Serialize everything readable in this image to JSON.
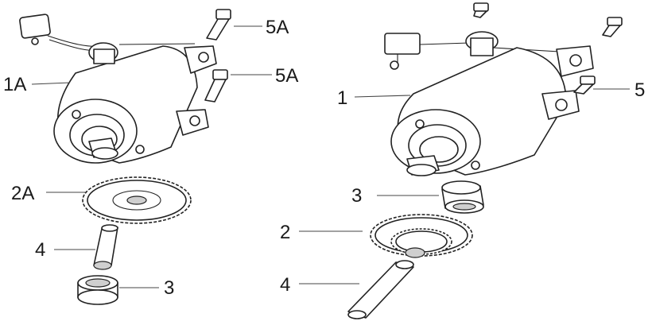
{
  "left_assembly": {
    "label_starter": "1A",
    "label_bolt_upper": "5A",
    "label_bolt_lower": "5A",
    "label_gear": "2A",
    "label_shaft": "4",
    "label_bushing": "3"
  },
  "right_assembly": {
    "label_starter": "1",
    "label_bolt": "5",
    "label_bushing": "3",
    "label_gear": "2",
    "label_shaft": "4"
  }
}
